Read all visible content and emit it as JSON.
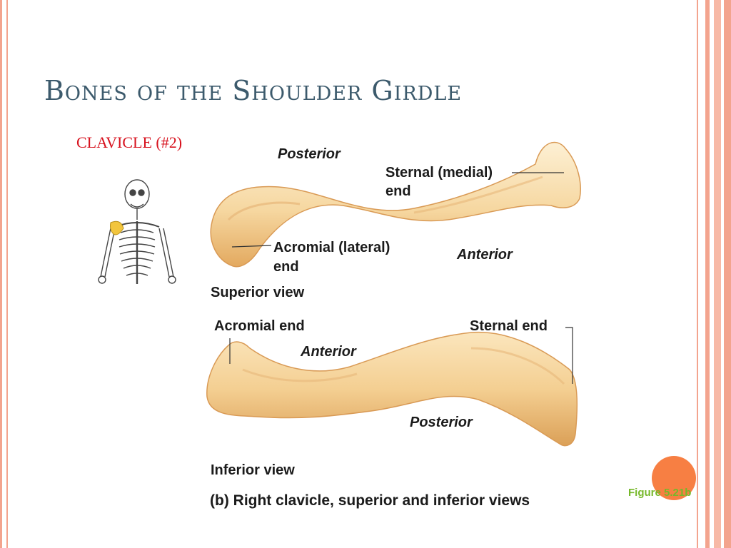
{
  "slide": {
    "title": "Bones of the Shoulder Girdle",
    "subtitle": "CLAVICLE  (#2)"
  },
  "superior_view": {
    "label_posterior": "Posterior",
    "label_sternal_line1": "Sternal (medial)",
    "label_sternal_line2": "end",
    "label_acromial_line1": "Acromial (lateral)",
    "label_acromial_line2": "end",
    "label_anterior": "Anterior",
    "view_caption": "Superior view"
  },
  "inferior_view": {
    "label_acromial_end": "Acromial end",
    "label_sternal_end": "Sternal end",
    "label_anterior": "Anterior",
    "label_posterior": "Posterior",
    "view_caption": "Inferior view"
  },
  "figure_caption": "(b) Right clavicle, superior and inferior views",
  "figure_ref": "Figure 5.21b",
  "colors": {
    "title": "#3c5a6c",
    "subtitle": "#d7121e",
    "border": "#f3a48e",
    "accent_circle": "#f77f43",
    "figure_ref": "#76b82a",
    "bone_light": "#fbe3b8",
    "bone_dark": "#e6b06a"
  }
}
